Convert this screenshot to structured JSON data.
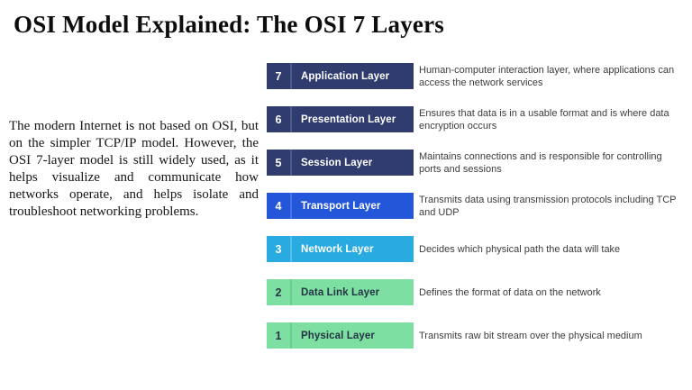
{
  "page": {
    "title": "OSI Model Explained: The OSI 7 Layers"
  },
  "intro": {
    "text": "The modern Internet is not based on OSI, but on the simpler TCP/IP model. However, the OSI 7-layer model is still widely used, as it helps visualize and communicate how networks operate, and helps isolate and troubleshoot networking problems."
  },
  "colors": {
    "navy": "#303c6e",
    "royal_blue": "#2456d9",
    "sky_blue": "#29aae1",
    "green": "#7edfa3",
    "description_text": "#3c3c3c"
  },
  "layers": [
    {
      "number": "7",
      "name": "Application Layer",
      "description": "Human-computer interaction layer, where applications can access the network services",
      "color": "#303c6e",
      "divider_color": "#4d5a8e",
      "text_color": "#ffffff"
    },
    {
      "number": "6",
      "name": "Presentation Layer",
      "description": "Ensures that data is in a usable format and is where data encryption occurs",
      "color": "#303c6e",
      "divider_color": "#4d5a8e",
      "text_color": "#ffffff"
    },
    {
      "number": "5",
      "name": "Session Layer",
      "description": "Maintains connections and is responsible for controlling ports and sessions",
      "color": "#303c6e",
      "divider_color": "#4d5a8e",
      "text_color": "#ffffff"
    },
    {
      "number": "4",
      "name": "Transport Layer",
      "description": "Transmits data using transmission protocols including TCP and UDP",
      "color": "#2456d9",
      "divider_color": "#4a74e3",
      "text_color": "#ffffff"
    },
    {
      "number": "3",
      "name": "Network Layer",
      "description": "Decides which physical path the data will take",
      "color": "#29aae1",
      "divider_color": "#55bfe9",
      "text_color": "#ffffff"
    },
    {
      "number": "2",
      "name": "Data Link Layer",
      "description": "Defines the format of data on the network",
      "color": "#7edfa3",
      "divider_color": "#65cf8f",
      "text_color": "#253544"
    },
    {
      "number": "1",
      "name": "Physical Layer",
      "description": "Transmits raw bit stream over the physical medium",
      "color": "#7edfa3",
      "divider_color": "#65cf8f",
      "text_color": "#253544"
    }
  ],
  "layout": {
    "row_tops": [
      70,
      118,
      166,
      214,
      262,
      310,
      358
    ]
  }
}
